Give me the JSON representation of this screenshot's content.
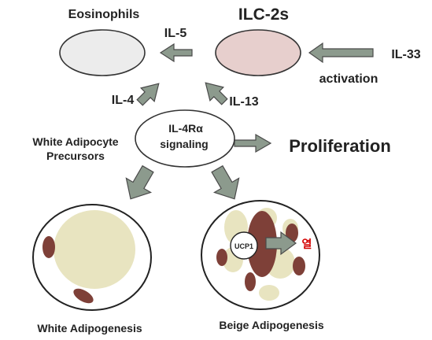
{
  "labels": {
    "eosinophils": "Eosinophils",
    "ilc2s": "ILC-2s",
    "il5": "IL-5",
    "il33": "IL-33",
    "activation": "activation",
    "il4": "IL-4",
    "il13": "IL-13",
    "receptor_line1": "IL-4Rα",
    "receptor_line2": "signaling",
    "precursors_line1": "White Adipocyte",
    "precursors_line2": "Precursors",
    "proliferation": "Proliferation",
    "ucp1": "UCP1",
    "heat": "열",
    "white_adipogenesis": "White Adipogenesis",
    "beige_adipogenesis": "Beige Adipogenesis"
  },
  "colors": {
    "eosinophil_fill": "#ececec",
    "ilc2_fill": "#e7cfcd",
    "arrow_fill": "#8c9a8d",
    "lipid_fill": "#e8e4c0",
    "organelle_fill": "#7e4038",
    "heat_text": "#d40000"
  }
}
